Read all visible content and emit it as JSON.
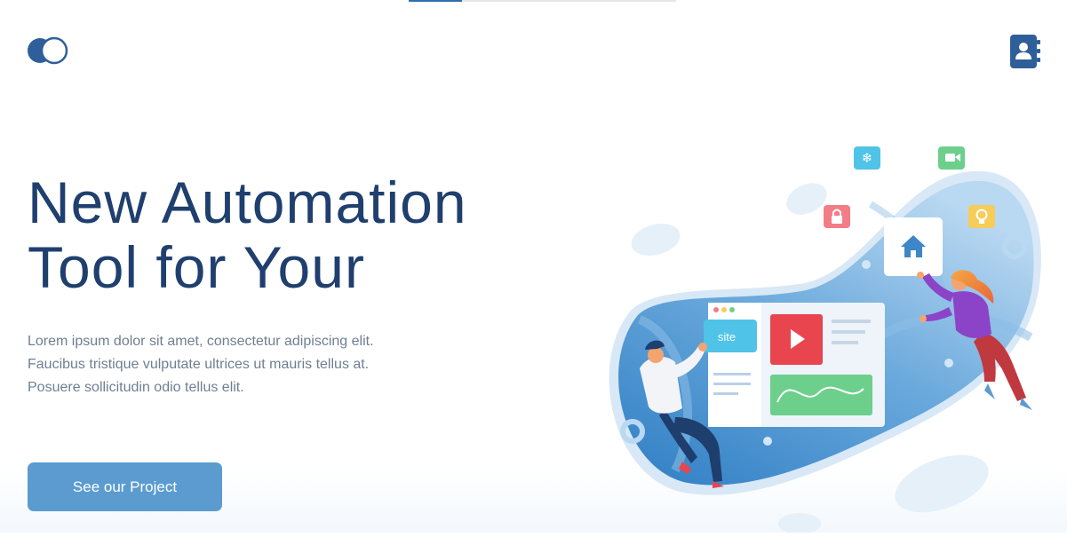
{
  "progress": {
    "value_percent": 20
  },
  "header": {
    "logo_icon": "toggle-circles-icon",
    "contact_icon": "address-book-icon"
  },
  "hero": {
    "title_line1": "New Automation",
    "title_line2": "Tool for Your",
    "description": "Lorem ipsum dolor sit amet, consectetur adipiscing elit. Faucibus tristique vulputate ultrices ut mauris tellus at. Posuere sollicitudin odio tellus elit.",
    "cta_label": "See our Project"
  },
  "illustration": {
    "site_label": "site",
    "icons": [
      "snowflake-icon",
      "video-camera-icon",
      "lock-icon",
      "lightbulb-icon",
      "home-icon",
      "play-icon"
    ]
  },
  "colors": {
    "primary": "#1f3f6e",
    "accent": "#5b9bd0",
    "logo": "#2f5f9a"
  }
}
